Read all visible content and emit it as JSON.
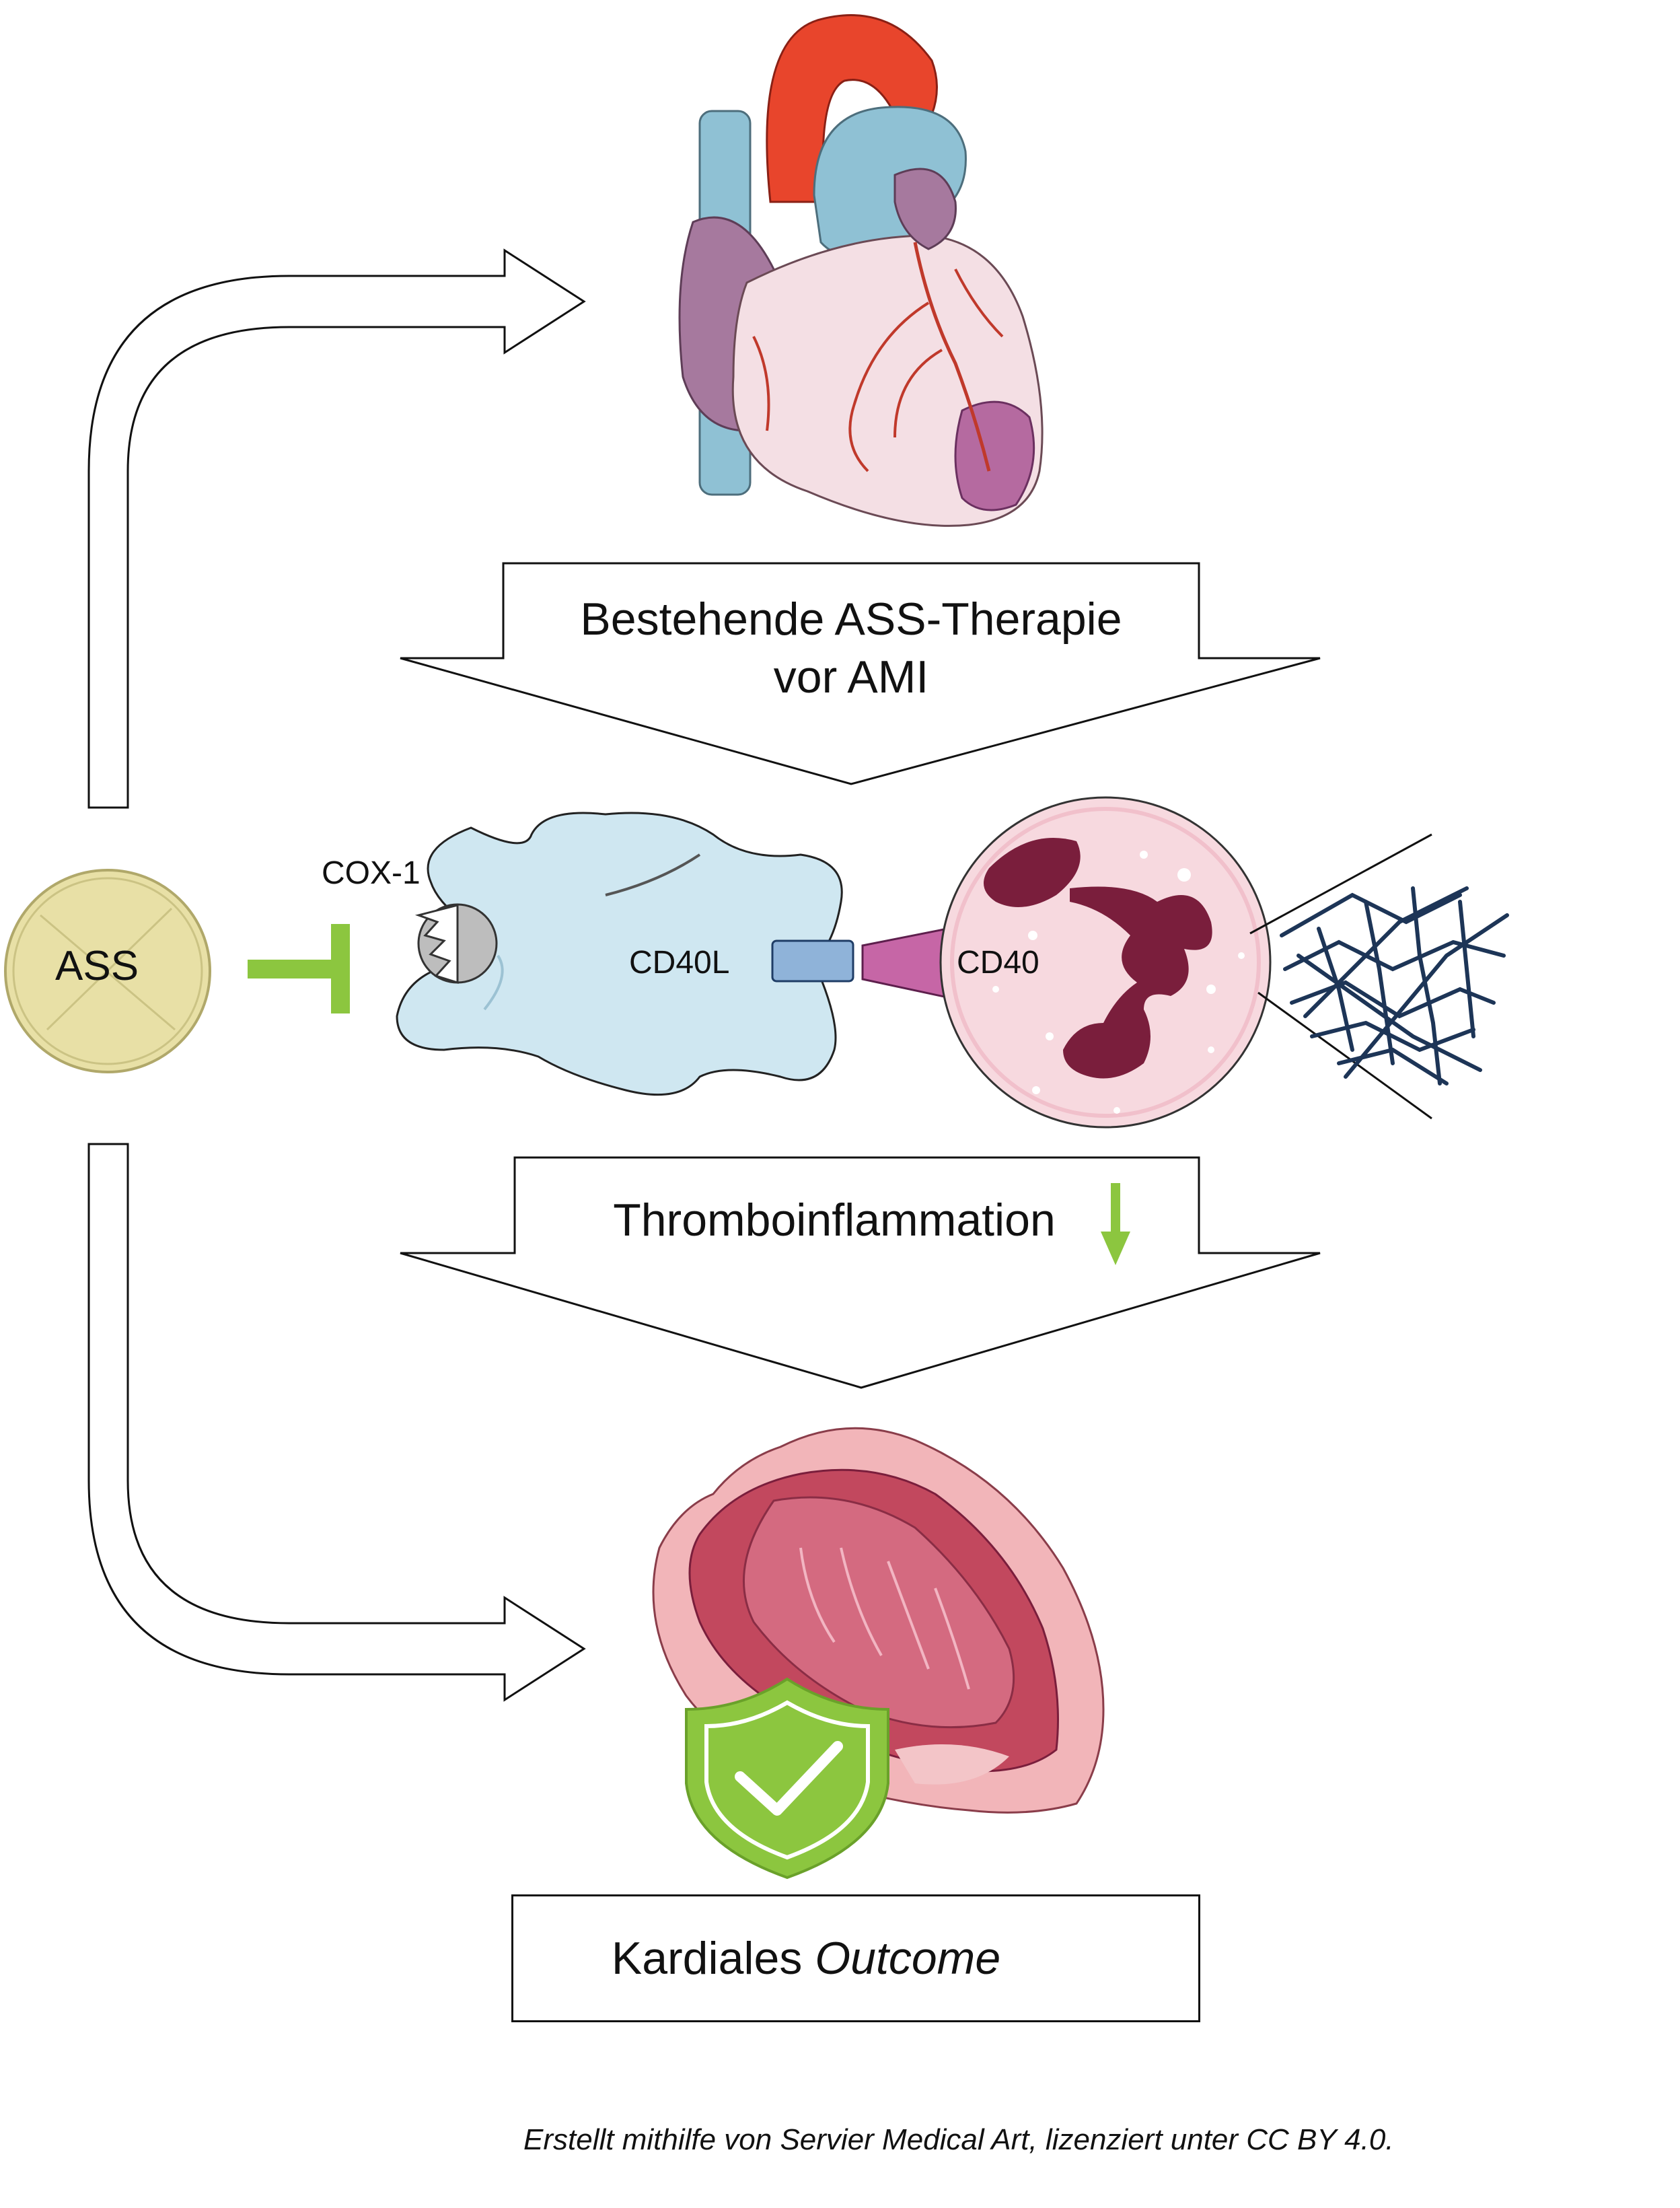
{
  "labels": {
    "ass": "ASS",
    "cox1": "COX-1",
    "cd40l": "CD40L",
    "cd40": "CD40",
    "banner_top_line1": "Bestehende ASS-Therapie",
    "banner_top_line2": "vor AMI",
    "banner_mid": "Thromboinflammation",
    "outcome_word": "Kardiales",
    "outcome_italic": "Outcome",
    "credit": "Erstellt mithilfe von Servier Medical Art, lizenziert unter CC BY 4.0."
  },
  "colors": {
    "inhibit_green": "#8cc63f",
    "platelet": "#cfe7f1",
    "neutrophil": "#f7d9df",
    "nucleus": "#7a1e3c",
    "cd40l_receptor": "#8fb3d9",
    "cd40_receptor": "#c666a6",
    "net_fibers": "#1d3557",
    "aorta": "#e8452c",
    "pulmonary": "#8fc1d4",
    "heart_muscle": "#f4dfe4",
    "atrium": "#a6799e",
    "tablet": "#e8e0a6"
  }
}
